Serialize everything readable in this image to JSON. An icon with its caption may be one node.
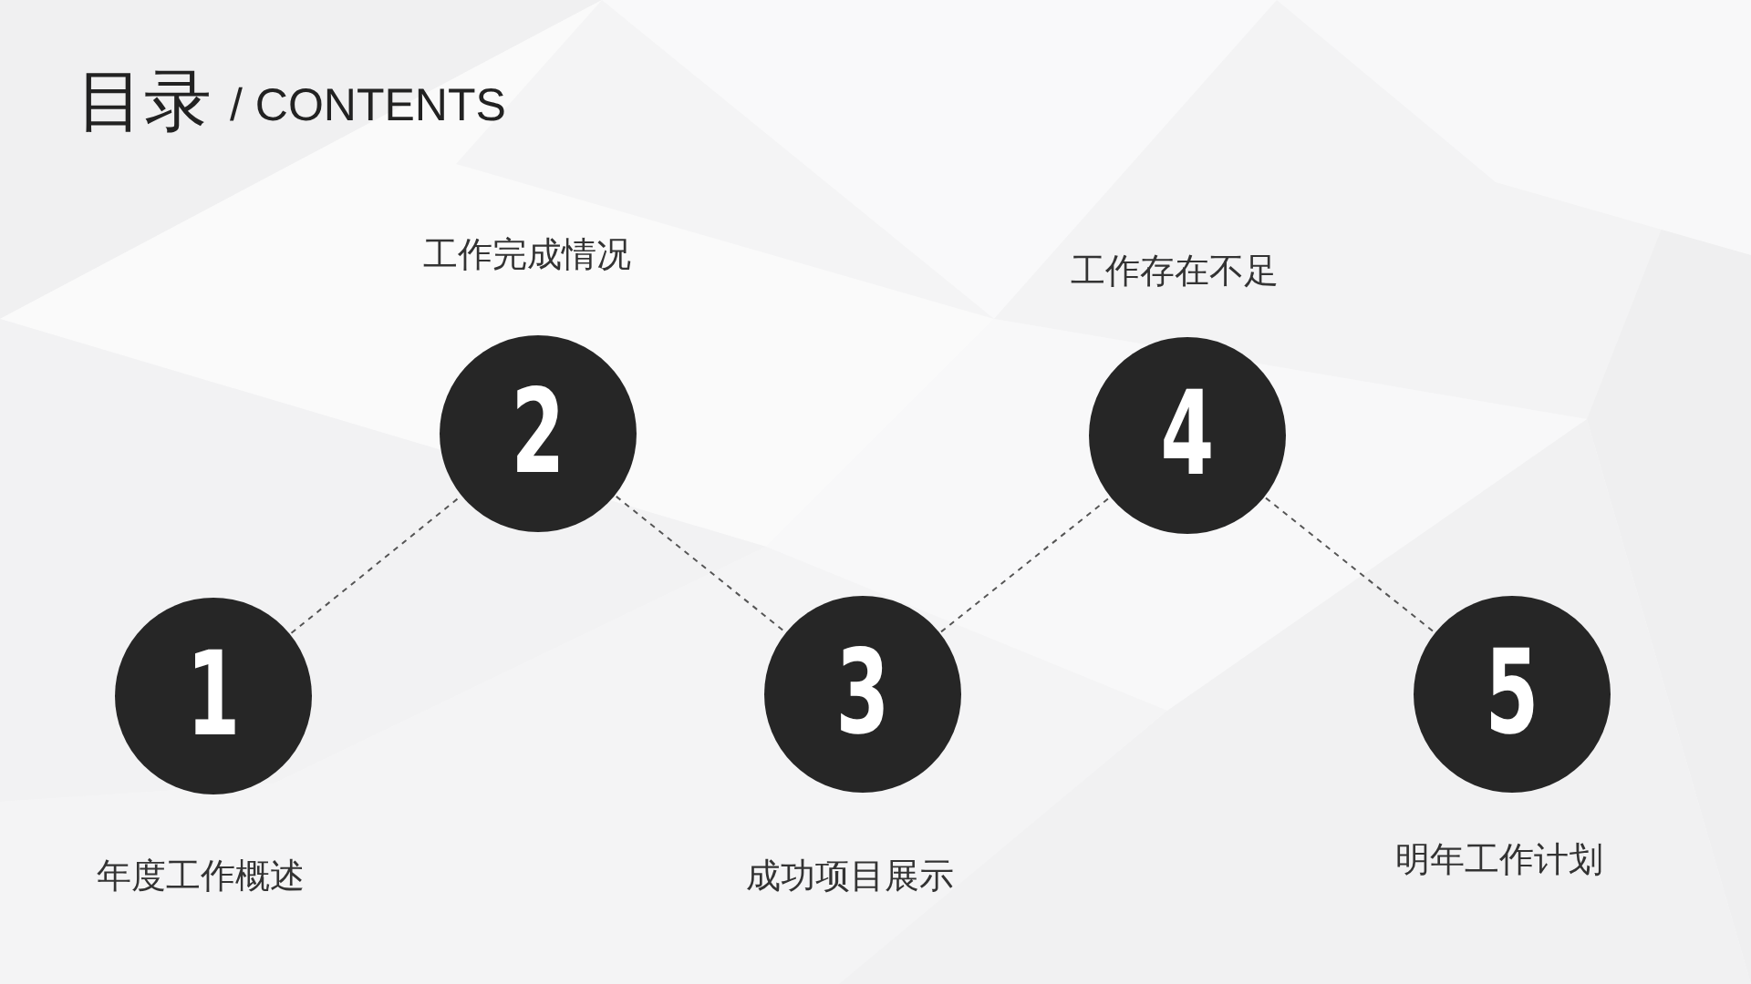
{
  "diagram": {
    "title": "目录",
    "labels": [
      "/ CONTENTS"
    ],
    "nodes": [
      {
        "text": [
          "1"
        ],
        "beside": [
          "年度工作概述"
        ]
      },
      {
        "text": [
          "2"
        ],
        "beside": [
          "工作完成情况"
        ]
      },
      {
        "text": [
          "3"
        ],
        "beside": [
          "成功项目展示"
        ]
      },
      {
        "text": [
          "4"
        ],
        "beside": [
          "工作存在不足"
        ]
      },
      {
        "text": [
          "5"
        ],
        "beside": [
          "明年工作计划"
        ]
      }
    ],
    "edges": [
      {
        "from": 0,
        "to": 1,
        "arrow": "none",
        "style": "dashed"
      },
      {
        "from": 1,
        "to": 2,
        "arrow": "none",
        "style": "dashed"
      },
      {
        "from": 2,
        "to": 3,
        "arrow": "none",
        "style": "dashed"
      },
      {
        "from": 3,
        "to": 4,
        "arrow": "none",
        "style": "dashed"
      }
    ]
  }
}
